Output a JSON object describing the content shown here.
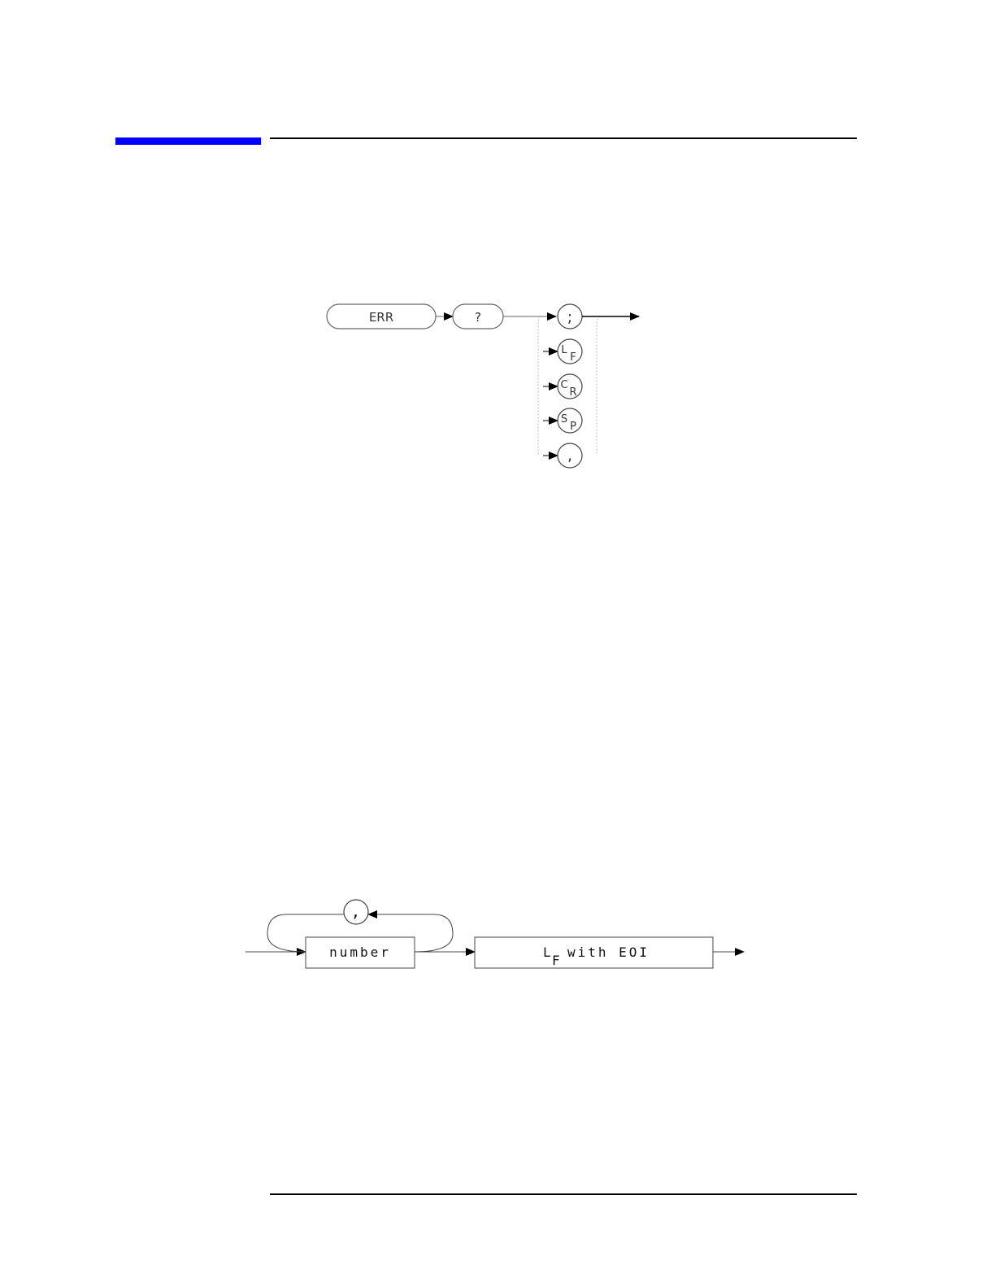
{
  "header": {
    "accent_color": "#0000ff"
  },
  "syntax_diagram": {
    "keyword": "ERR",
    "query": "?",
    "terminators": [
      {
        "main": ";",
        "sub": ""
      },
      {
        "main": "L",
        "sub": "F"
      },
      {
        "main": "C",
        "sub": "R"
      },
      {
        "main": "S",
        "sub": "P"
      },
      {
        "main": ",",
        "sub": ""
      }
    ]
  },
  "response_diagram": {
    "separator": ",",
    "item": "number",
    "end_main": "L",
    "end_sub": "F",
    "end_text": "with EOI"
  }
}
